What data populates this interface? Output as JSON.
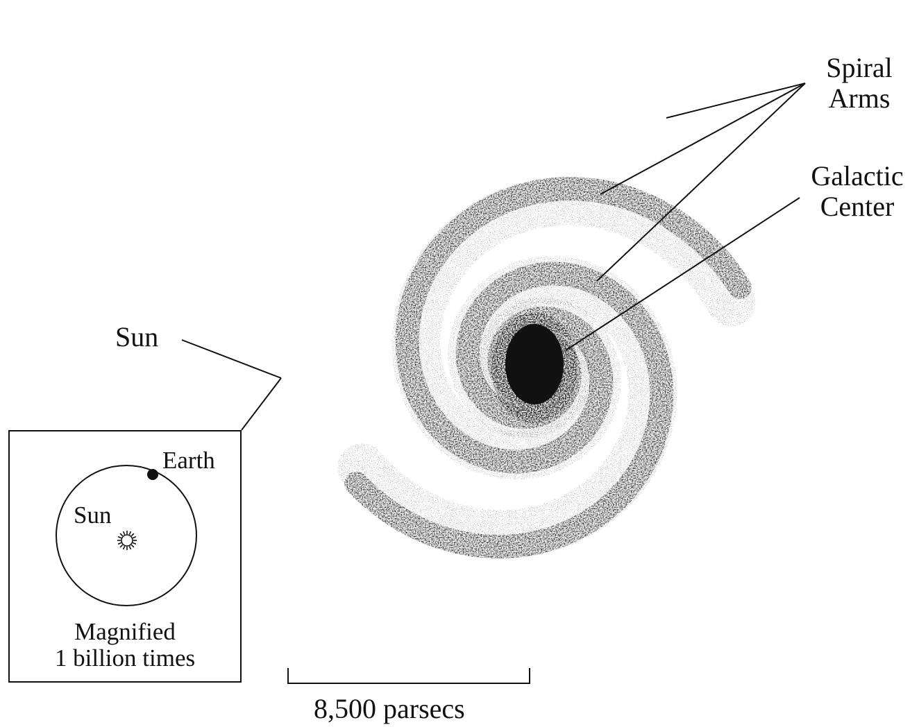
{
  "labels": {
    "spiral_arms_line1": "Spiral",
    "spiral_arms_line2": "Arms",
    "galactic_center_line1": "Galactic",
    "galactic_center_line2": "Center",
    "sun": "Sun",
    "scale_bar": "8,500 parsecs"
  },
  "inset": {
    "earth": "Earth",
    "sun": "Sun",
    "caption_line1": "Magnified",
    "caption_line2": "1 billion times"
  },
  "colors": {
    "ink": "#111111",
    "background": "#ffffff"
  }
}
